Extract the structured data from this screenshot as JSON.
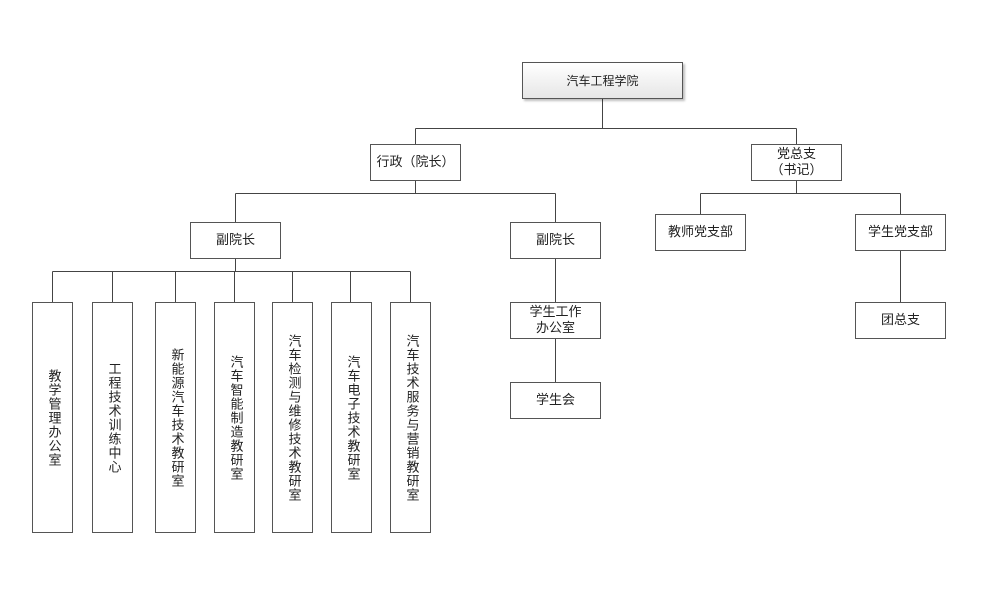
{
  "org_chart": {
    "root": "汽车工程学院",
    "admin": "行政（院长）",
    "party": "党总支\n（书记）",
    "vice_dean_left": "副院长",
    "vice_dean_right": "副院长",
    "student_office": "学生工作\n办公室",
    "student_union": "学生会",
    "teacher_party_branch": "教师党支部",
    "student_party_branch": "学生党支部",
    "league_branch": "团总支",
    "departments": [
      "教学管理办公室",
      "工程技术训练中心",
      "新能源汽车技术教研室",
      "汽车智能制造教研室",
      "汽车检测与维修技术教研室",
      "汽车电子技术教研室",
      "汽车技术服务与营销教研室"
    ]
  }
}
